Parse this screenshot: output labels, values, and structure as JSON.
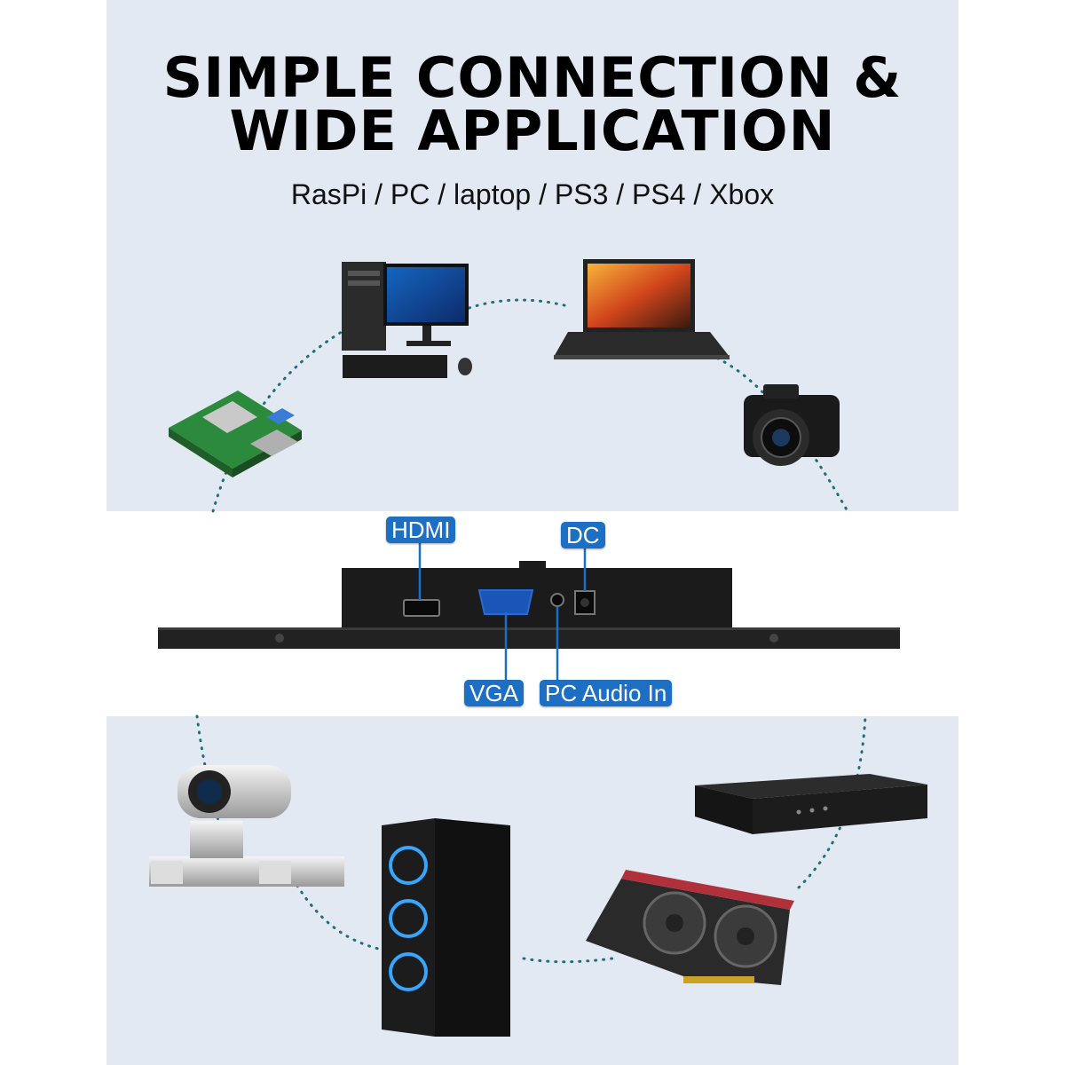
{
  "header": {
    "title_line1": "SIMPLE CONNECTION &",
    "title_line2": "WIDE APPLICATION",
    "subtitle": "RasPi / PC / laptop / PS3 / PS4 / Xbox"
  },
  "ports": {
    "hdmi": "HDMI",
    "dc": "DC",
    "vga": "VGA",
    "audio": "PC Audio In"
  },
  "devices": [
    "pc-desktop-icon",
    "laptop-icon",
    "raspberry-pi-icon",
    "camera-icon",
    "ptz-camera-icon",
    "gaming-tower-icon",
    "set-top-box-icon",
    "graphics-card-icon"
  ],
  "colors": {
    "panel": "#e3e9f2",
    "label": "#1d6fc4",
    "dots": "#1f6f7a"
  }
}
